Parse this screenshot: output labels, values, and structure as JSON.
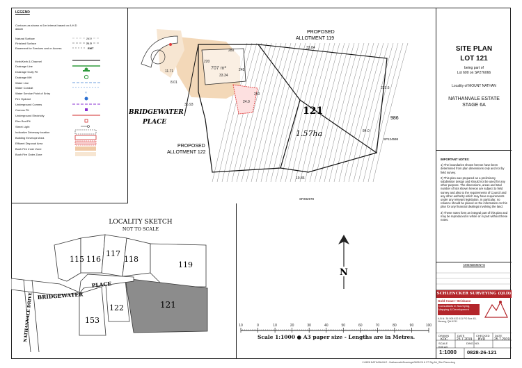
{
  "legend": {
    "title": "LEGEND",
    "contours_note": "Contours as shown at 1m interval based on A.H.D datum",
    "items": [
      {
        "label": "Natural Surface",
        "value": "24.0"
      },
      {
        "label": "Finished Surface",
        "value": "24.0"
      },
      {
        "label": "Easement for Services and or Access",
        "value": "EMT"
      },
      {
        "label": "Kerb/Kerb & Channel"
      },
      {
        "label": "Drainage Line"
      },
      {
        "label": "Drainage Gully Pit"
      },
      {
        "label": "Drainage MH"
      },
      {
        "label": "Water Line"
      },
      {
        "label": "Water Conduit"
      },
      {
        "label": "Water Service Point of Entry"
      },
      {
        "label": "Fire Hydrant"
      },
      {
        "label": "Underground Comms"
      },
      {
        "label": "Comms Pit"
      },
      {
        "label": "Underground Electricity"
      },
      {
        "label": "Elec Box/Pit"
      },
      {
        "label": "Street Light"
      },
      {
        "label": "Indicative Driveway location"
      },
      {
        "label": "Building Envelope Area"
      },
      {
        "label": "Effluent Disposal Area"
      },
      {
        "label": "Bush Fire Inner Zone"
      },
      {
        "label": "Bush Fire Outer Zone"
      }
    ]
  },
  "site_plan": {
    "lot_label": "121",
    "area": "1.57ha",
    "envelope_area": "707 m²",
    "street": "BRIDGEWATER PLACE",
    "proposed_119": "PROPOSED ALLOTMENT 119",
    "proposed_122": "PROPOSED ALLOTMENT 122",
    "plan_ref_1": "SP124598",
    "plan_ref_2": "SP282978",
    "lot_986": "986",
    "dims": {
      "d1": "280",
      "d2": "33.34",
      "d3": "220",
      "d4": "245",
      "d5": "33.84",
      "d6": "229.6",
      "d7": "250",
      "d8": "19.86",
      "d9": "11.71",
      "d10": "8.01",
      "d11": "24.0",
      "d12": "84.0",
      "d13": "36.93"
    }
  },
  "title_block": {
    "heading": "SITE PLAN",
    "lot": "LOT 121",
    "being_part_of": "being part of",
    "lot_on_sp": "Lot 600 on SP276066",
    "locality": "Locality of MOUNT NATHAN",
    "estate": "NATHANVALE ESTATE",
    "stage": "STAGE 6A",
    "notes_title": "IMPORTANT NOTES:",
    "notes": [
      "1) The boundaries shown hereon have been determined from plan dimensions only and not by field survey.",
      "2) This plan was prepared as a preliminary subdivision design and should not be used for any other purpose. The dimensions, areas and total number of lots shown hereon are subject to field survey and also to the requirements of Council and any other authority which may have requirements under any relevant legislation. In particular, no reliance should be placed on the information on this plan for any financial dealings involving the land.",
      "3) These notes form an integral part of this plan and may be reproduced in whole or in part without these notes."
    ],
    "amendments": "AMENDMENTS",
    "company": "SCHLENCKER SURVEYING (QLD)",
    "offices": "Gold Coast • Brisbane",
    "tagline": "Consultants in Surveying, Mapping & Development",
    "contact": "A.B.N. 36 008 632 611  PO Box 45, Nerang, Qld 4211",
    "drawn_label": "DRAWN",
    "date_label": "DATE",
    "checked_label": "CHECKED",
    "date2_label": "DATE",
    "drawn": "KDC",
    "date": "23.7.2019",
    "checked": "BVD",
    "date2": "25.7.2019",
    "scale_label": "SCALE",
    "scale": "1:1000",
    "dwg_label": "DWG. NO.",
    "dwg_no": "0828-26-121",
    "sheet_code": "K00 A3"
  },
  "locality": {
    "title": "LOCALITY SKETCH",
    "subtitle": "NOT TO SCALE",
    "lots": [
      "115",
      "116",
      "117",
      "118",
      "119",
      "121",
      "122",
      "153"
    ],
    "place": "PLACE",
    "bridgewater": "BRIDGEWATER",
    "drive": "NATHANVALE DRIVE"
  },
  "scale_bar": {
    "text": "Scale 1:1000 ● A3 paper size - Lengths are in Metres.",
    "ticks": [
      "10",
      "0",
      "10",
      "20",
      "30",
      "40",
      "50",
      "60",
      "70",
      "80",
      "90",
      "100"
    ]
  },
  "north": "N",
  "file_path": "J:\\0828 NATHANVALE - Nathanvale\\Drawings\\0828-26 & 27 Stg 6A_Site Plans.dwg",
  "colors": {
    "envelope": "#f2d6b4",
    "lot121_sketch": "#8c8c8c",
    "effluent": "#e23a3a",
    "company_red": "#b3252a"
  }
}
